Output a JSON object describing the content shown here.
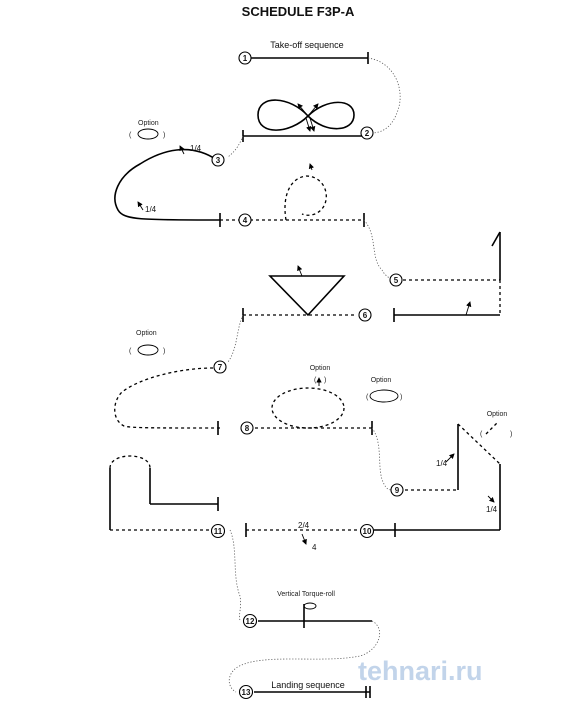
{
  "title": "SCHEDULE F3P-A",
  "labels": {
    "takeoff": "Take-off sequence",
    "landing": "Landing sequence",
    "torque": "Vertical Torque-roll",
    "option": "Option"
  },
  "steps": [
    "1",
    "2",
    "3",
    "4",
    "5",
    "6",
    "7",
    "8",
    "9",
    "10",
    "11",
    "12",
    "13"
  ],
  "fractions": {
    "quarter": "1/4",
    "two_quarter": "2/4",
    "four": "4"
  },
  "watermark": "tehnari.ru"
}
